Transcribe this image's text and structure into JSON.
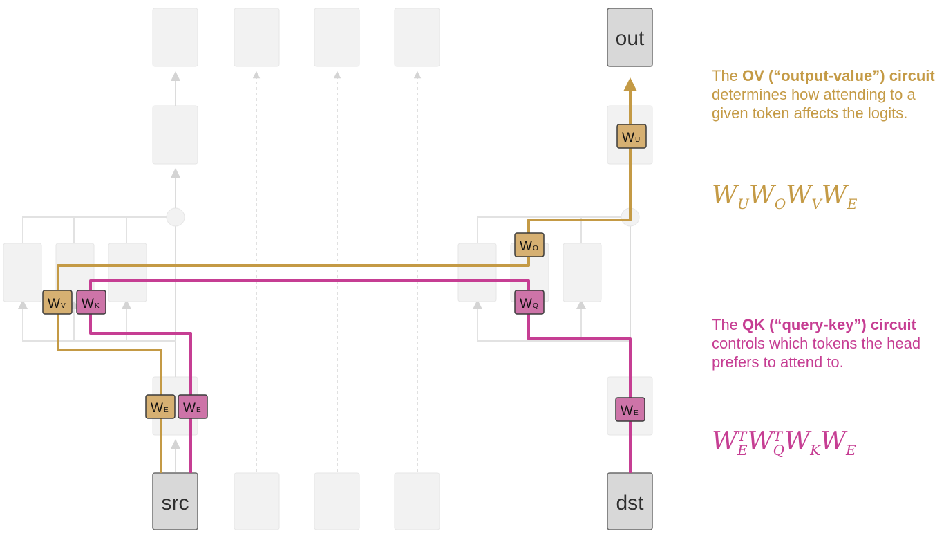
{
  "colors": {
    "ov": "#c49a45",
    "qk": "#c63e93",
    "ghost_fill": "#f2f2f2",
    "ghost_line": "#e2e2e2",
    "token_fill": "#d8d8d8",
    "token_border": "#6a6a6a"
  },
  "tokens": {
    "src": "src",
    "dst": "dst",
    "out": "out"
  },
  "weights": {
    "wu": {
      "main": "W",
      "sub": "U"
    },
    "wo": {
      "main": "W",
      "sub": "O"
    },
    "wv": {
      "main": "W",
      "sub": "V"
    },
    "wk": {
      "main": "W",
      "sub": "K"
    },
    "wq": {
      "main": "W",
      "sub": "Q"
    },
    "we_ov": {
      "main": "W",
      "sub": "E"
    },
    "we_qk_src": {
      "main": "W",
      "sub": "E"
    },
    "we_qk_dst": {
      "main": "W",
      "sub": "E"
    }
  },
  "ov_circuit": {
    "prefix": "The",
    "name": "OV (“output-value”) circuit",
    "rest": "determines how attending to a given token affects the logits.",
    "formula": [
      {
        "base": "W",
        "sub": "U"
      },
      {
        "base": "W",
        "sub": "O"
      },
      {
        "base": "W",
        "sub": "V"
      },
      {
        "base": "W",
        "sub": "E"
      }
    ]
  },
  "qk_circuit": {
    "prefix": "The",
    "name": "QK (“query-key”) circuit",
    "rest": "controls which tokens the head prefers to attend to.",
    "formula": [
      {
        "base": "W",
        "sub": "E",
        "sup": "T"
      },
      {
        "base": "W",
        "sub": "Q",
        "sup": "T"
      },
      {
        "base": "W",
        "sub": "K"
      },
      {
        "base": "W",
        "sub": "E"
      }
    ]
  }
}
